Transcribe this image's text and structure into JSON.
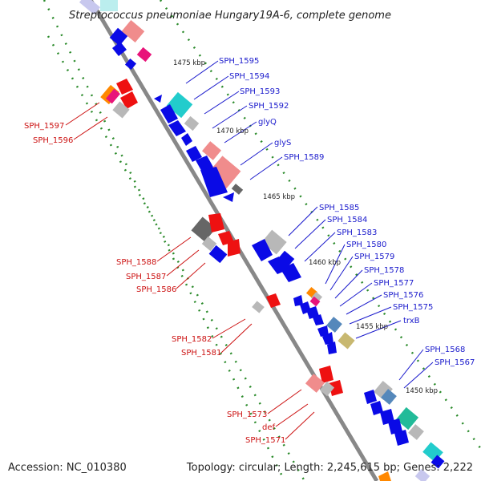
{
  "title": "Streptococcus pneumoniae Hungary19A-6, complete genome",
  "footer": {
    "accession": "Accession: NC_010380",
    "summary": "Topology: circular; Length: 2,245,615 bp; Genes: 2,222"
  },
  "ticks": [
    "1475 kbp",
    "1470 kbp",
    "1465 kbp",
    "1460 kbp",
    "1455 kbp",
    "1450 kbp"
  ],
  "blue_labels": [
    "SPH_1595",
    "SPH_1594",
    "SPH_1593",
    "SPH_1592",
    "glyQ",
    "glyS",
    "SPH_1589",
    "SPH_1585",
    "SPH_1584",
    "SPH_1583",
    "SPH_1580",
    "SPH_1579",
    "SPH_1578",
    "SPH_1577",
    "SPH_1576",
    "SPH_1575",
    "trxB",
    "SPH_1568",
    "SPH_1567"
  ],
  "red_labels": [
    "SPH_1597",
    "SPH_1596",
    "SPH_1588",
    "SPH_1587",
    "SPH_1586",
    "SPH_1582",
    "SPH_1581",
    "SPH_1573",
    "def",
    "SPH_1571"
  ],
  "colors": {
    "blue_gene": "#0a0ae6",
    "red_gene": "#ee1111",
    "gray_gene": "#b8b8b8",
    "dark_gray_gene": "#666666",
    "pink_gene": "#f08c8c",
    "cyan_gene": "#22cccc",
    "magenta_gene": "#e8147a",
    "steelblue_gene": "#5588bb",
    "olive_gene": "#c8b870",
    "teal_gene": "#22bb99",
    "orange_gene": "#ff8800",
    "backbone": "#888888",
    "tick_dots": "#2a8a2a",
    "blue_label": "#1a1acc",
    "red_label": "#cc1111"
  }
}
